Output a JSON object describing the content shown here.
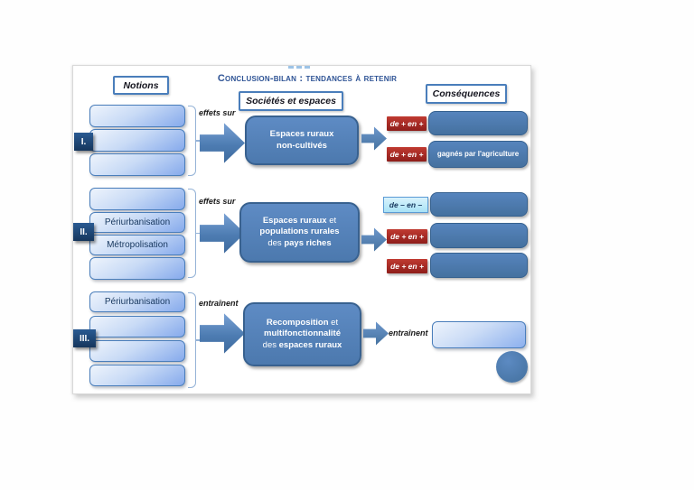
{
  "title": "Conclusion-bilan : tendances à retenir",
  "headers": {
    "notions": "Notions",
    "societes": "Sociétés et espaces",
    "consequences": "Conséquences"
  },
  "colors": {
    "accent_blue": "#4f81bd",
    "border_blue": "#385d8a",
    "light_blue_fill": "#aac6f0",
    "navy_text": "#17375e",
    "title_blue": "#2e5395",
    "red_label": "#9e2620",
    "cyan_label": "#b9e7f7"
  },
  "sections": [
    {
      "numeral": "I.",
      "connector_label": "effets sur",
      "notions": [
        "",
        "",
        ""
      ],
      "center": {
        "l1b": "Espaces ruraux",
        "l2b": "non-cultivés"
      },
      "rows": [
        {
          "label": "de + en +",
          "text": ""
        },
        {
          "label": "de + en +",
          "text": "gagnés par l'agriculture"
        }
      ]
    },
    {
      "numeral": "II.",
      "connector_label": "effets sur",
      "notions": [
        "",
        "Périurbanisation",
        "Métropolisation",
        ""
      ],
      "center": {
        "l1b": "Espaces ruraux",
        "l1r": " et",
        "l2b": "populations rurales",
        "l3p": "des ",
        "l3b": "pays riches"
      },
      "rows": [
        {
          "label": "de – en –",
          "text": ""
        },
        {
          "label": "de + en +",
          "text": ""
        },
        {
          "label": "de + en +",
          "text": ""
        }
      ]
    },
    {
      "numeral": "III.",
      "connector_label": "entraînent",
      "notions": [
        "Périurbanisation",
        "",
        "",
        ""
      ],
      "center": {
        "l1b": "Recomposition",
        "l1r": " et",
        "l2b": "multifonctionnalité",
        "l3p": "des ",
        "l3b": "espaces ruraux"
      },
      "result": {
        "label": "entraînent",
        "text": ""
      }
    }
  ]
}
